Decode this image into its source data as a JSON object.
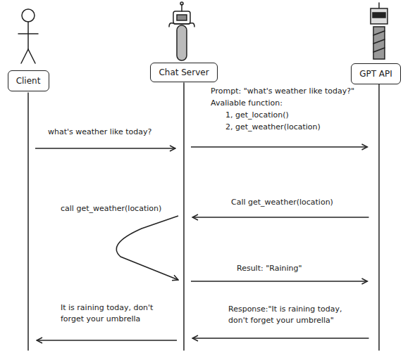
{
  "diagram": {
    "nodes": [
      {
        "text": [
          "Client"
        ]
      },
      {
        "text": [
          "Chat Server"
        ]
      },
      {
        "text": [
          "GPT API"
        ]
      }
    ],
    "edges": [
      {
        "from": 0,
        "to": 1,
        "arrow": "to",
        "label": "what's weather like today?"
      },
      {
        "from": 1,
        "to": 2,
        "arrow": "to",
        "label": "Prompt: \"what's weather like today?\""
      },
      {
        "from": 2,
        "to": 1,
        "arrow": "to",
        "label": "Call get_weather(location)"
      },
      {
        "from": 1,
        "to": 1,
        "arrow": "to",
        "label": "call get_weather(location)"
      },
      {
        "from": 1,
        "to": 2,
        "arrow": "to",
        "label": "Result: \"Raining\""
      },
      {
        "from": 2,
        "to": 1,
        "arrow": "to",
        "label": "Response:\"It is raining today, don't forget your umbrella\""
      },
      {
        "from": 1,
        "to": 0,
        "arrow": "to",
        "label": "It is raining today, don't forget your umbrella"
      }
    ],
    "labels": [
      "Avaliable function:",
      "1, get_location()",
      "2, get_weather(location)"
    ]
  }
}
